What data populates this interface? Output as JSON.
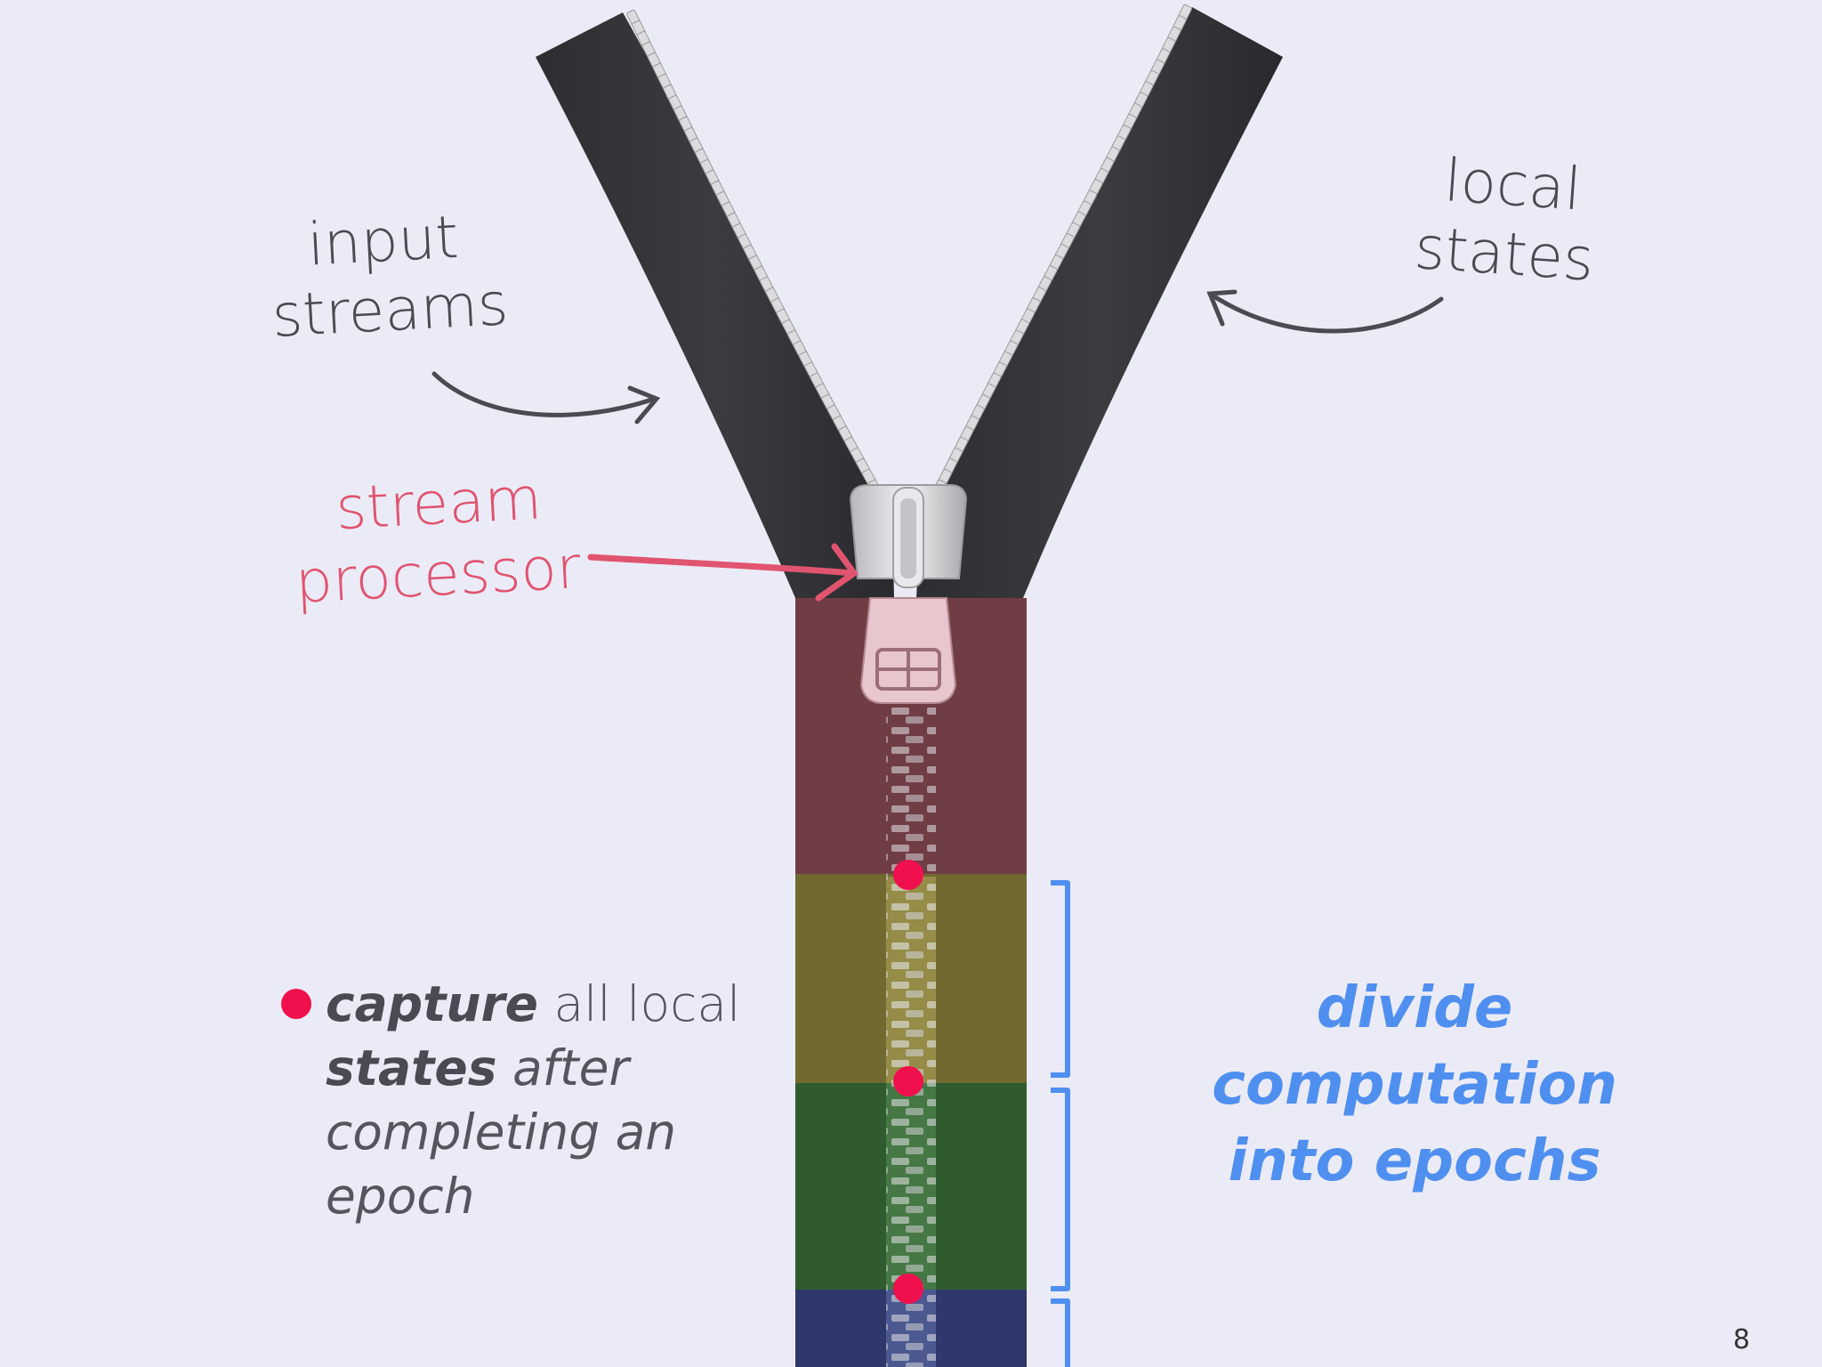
{
  "labels": {
    "input_streams": [
      "input",
      "streams"
    ],
    "local_states": [
      "local",
      "states"
    ],
    "stream_processor": [
      "stream",
      "processor"
    ]
  },
  "capture": {
    "line1_bold": "capture",
    "line1_rest": " all local",
    "line2_bold": "states",
    "line2_rest": " after",
    "line3": "completing an",
    "line4": "epoch"
  },
  "epochs_caption": [
    "divide computation",
    "into epochs"
  ],
  "page_number": "8",
  "colors": {
    "background": "#ebebf7",
    "zipper_tape": "#333337",
    "epoch_1": "#6e3f46",
    "epoch_2": "#6f6a2c",
    "epoch_3": "#2d5a2c",
    "epoch_4": "#2c3566",
    "checkpoint_dot": "#f0104e",
    "bracket": "#4f8ff0",
    "processor_arrow": "#e0546f"
  }
}
